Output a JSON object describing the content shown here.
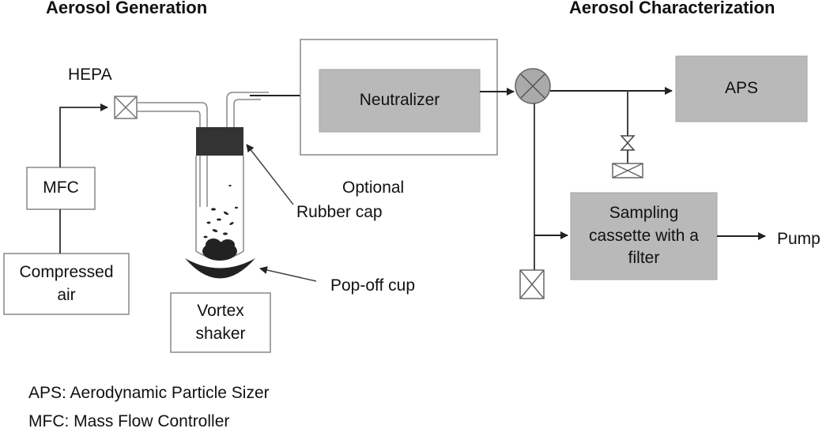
{
  "headings": {
    "generation": "Aerosol Generation",
    "characterization": "Aerosol Characterization"
  },
  "components": {
    "hepa": "HEPA",
    "mfc": "MFC",
    "compressed_air": "Compressed\nair",
    "vortex_shaker": "Vortex\nshaker",
    "neutralizer": "Neutralizer",
    "aps": "APS",
    "sampling_cassette": "Sampling\ncassette with a\nfilter",
    "pump": "Pump"
  },
  "annotations": {
    "optional": "Optional",
    "rubber_cap": "Rubber cap",
    "popoff_cup": "Pop-off cup"
  },
  "legend": {
    "aps": "APS: Aerodynamic Particle Sizer",
    "mfc": "MFC: Mass Flow Controller"
  },
  "colors": {
    "line": "#222222",
    "box_border": "#888888",
    "gray_box_fill": "#b9b9b9",
    "cap_fill": "#333333"
  }
}
